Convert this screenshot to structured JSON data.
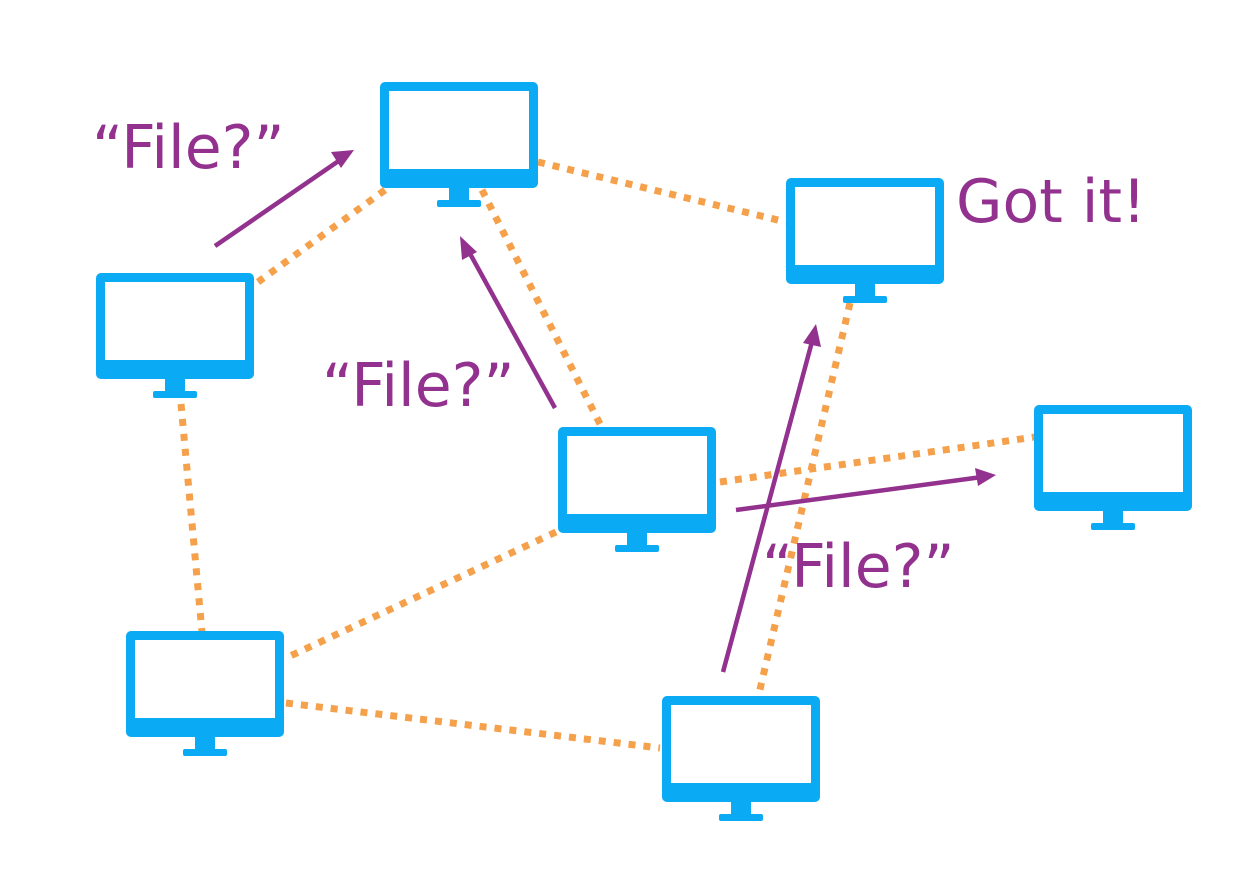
{
  "colors": {
    "computer": "#0aaaf5",
    "link": "#f5a04b",
    "query": "#93318f",
    "background": "#ffffff"
  },
  "icons": {
    "node": "desktop-computer-icon"
  },
  "labels": {
    "query_top_left": "“File?”",
    "query_center": "“File?”",
    "query_bottom_right": "“File?”",
    "found": "Got it!"
  }
}
